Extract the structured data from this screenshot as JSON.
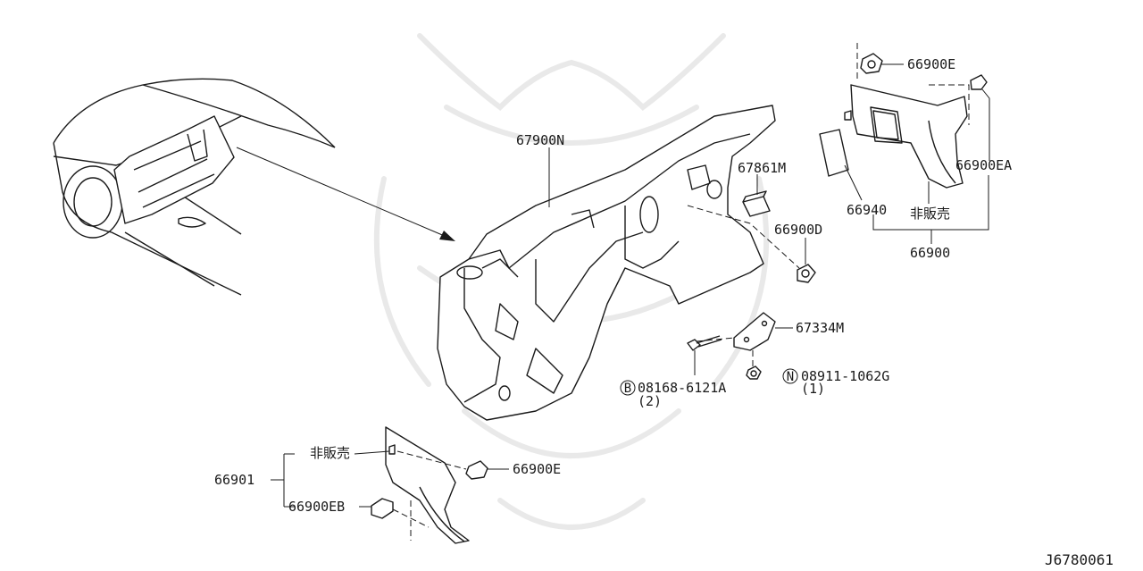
{
  "diagram": {
    "code": "J6780061",
    "labels": {
      "p67900N": "67900N",
      "p67861M": "67861M",
      "p66900D": "66900D",
      "p67334M": "67334M",
      "p66900E_top": "66900E",
      "p66900EA": "66900EA",
      "p66940": "66940",
      "p66900": "66900",
      "not_sold_top": "非販売",
      "bolt_prefix": "B",
      "p08168": "08168-6121A",
      "qty_bolt": "(2)",
      "nut_prefix": "N",
      "p08911": "08911-1062G",
      "qty_nut": "(1)",
      "p66901": "66901",
      "not_sold_bottom": "非販売",
      "p66900E_bottom": "66900E",
      "p66900EB": "66900EB"
    }
  }
}
